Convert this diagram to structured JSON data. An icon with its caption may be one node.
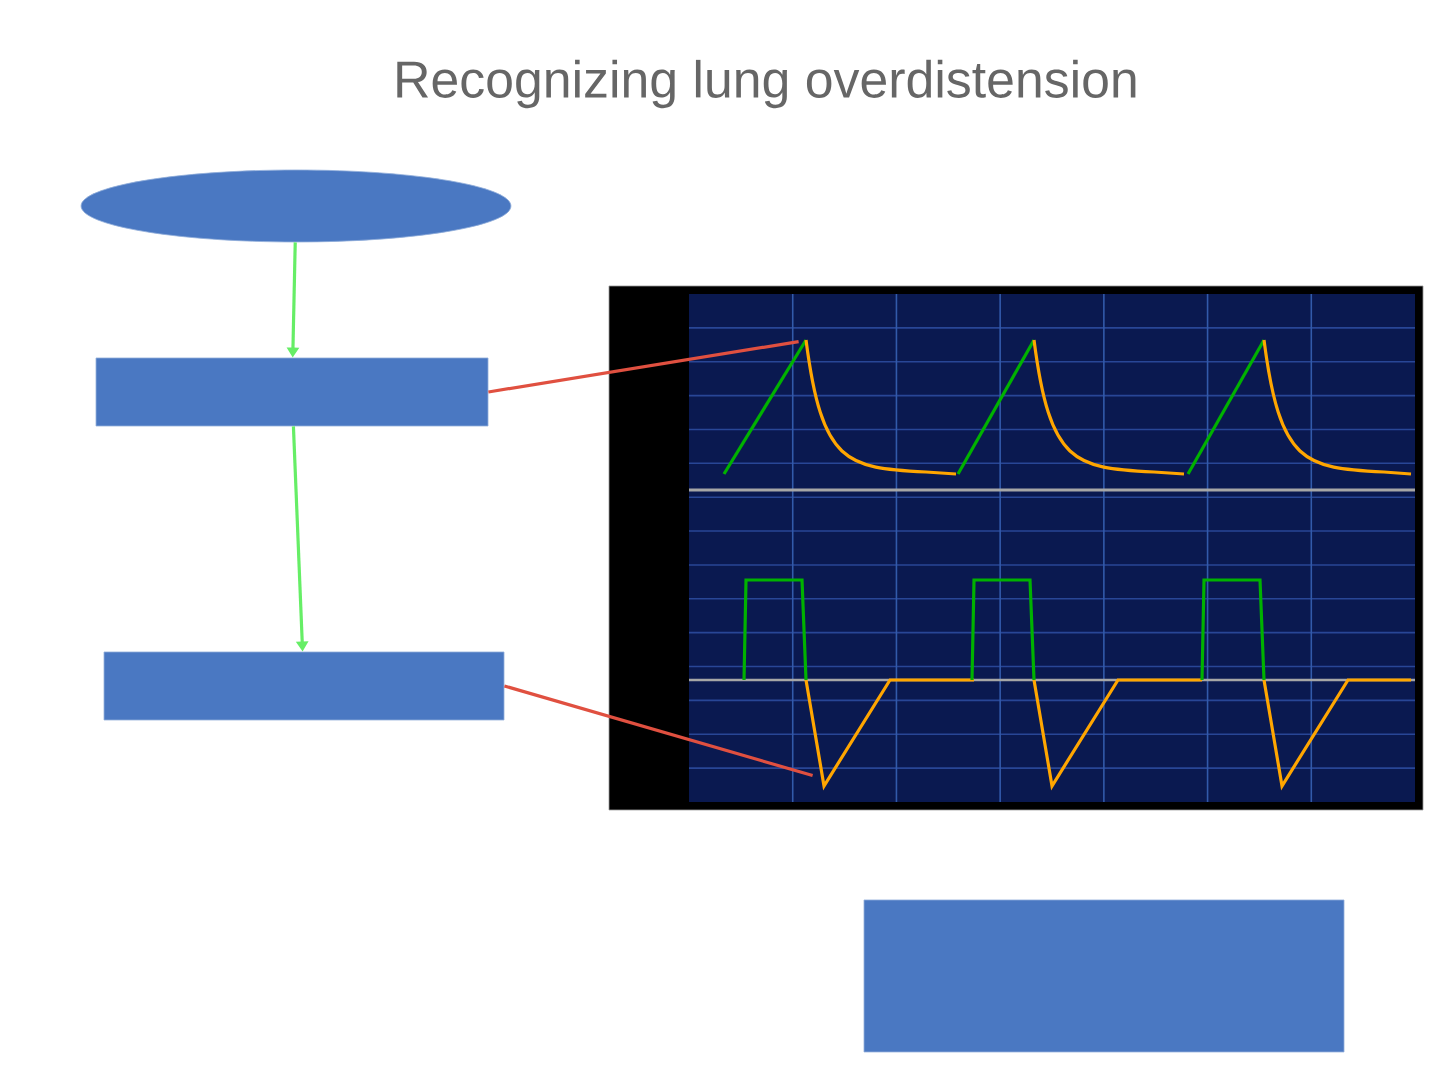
{
  "diagram": {
    "title": "Recognizing lung overdistension",
    "nodes": [
      {
        "text": [],
        "shape": "ellipse"
      },
      {
        "text": [],
        "shape": "box"
      },
      {
        "text": [],
        "shape": "box"
      },
      {
        "text": [],
        "shape": "picture"
      },
      {
        "text": [],
        "shape": "box"
      }
    ],
    "edges": [
      {
        "from": 0,
        "to": 1,
        "arrow": "to",
        "color": "#66ee66"
      },
      {
        "from": 1,
        "to": 2,
        "arrow": "to",
        "color": "#66ee66"
      },
      {
        "from": 1,
        "to": 3,
        "arrow": "none",
        "color": "#e05040"
      },
      {
        "from": 2,
        "to": 3,
        "arrow": "none",
        "color": "#e05040"
      }
    ]
  }
}
